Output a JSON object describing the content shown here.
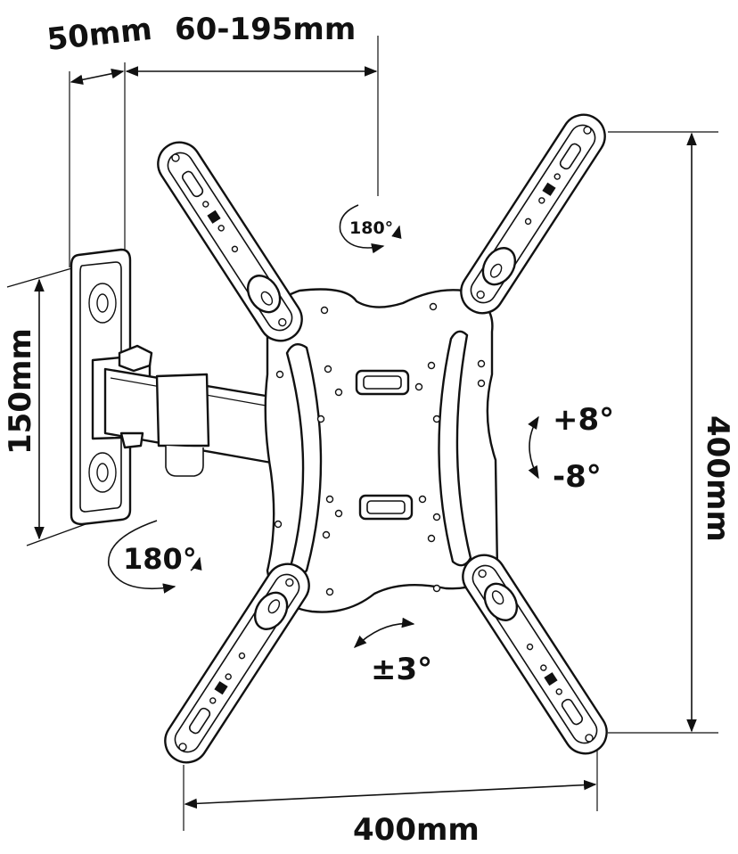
{
  "dimensions": {
    "depth_wall": "50mm",
    "depth_range": "60-195mm",
    "wall_plate_height": "150mm",
    "vesa_height": "400mm",
    "vesa_width": "400mm"
  },
  "rotations": {
    "top_swivel": "180°",
    "wall_swivel": "180°",
    "tilt_up": "+8°",
    "tilt_down": "-8°",
    "level": "±3°"
  },
  "colors": {
    "ink": "#111111",
    "paper": "#ffffff"
  }
}
